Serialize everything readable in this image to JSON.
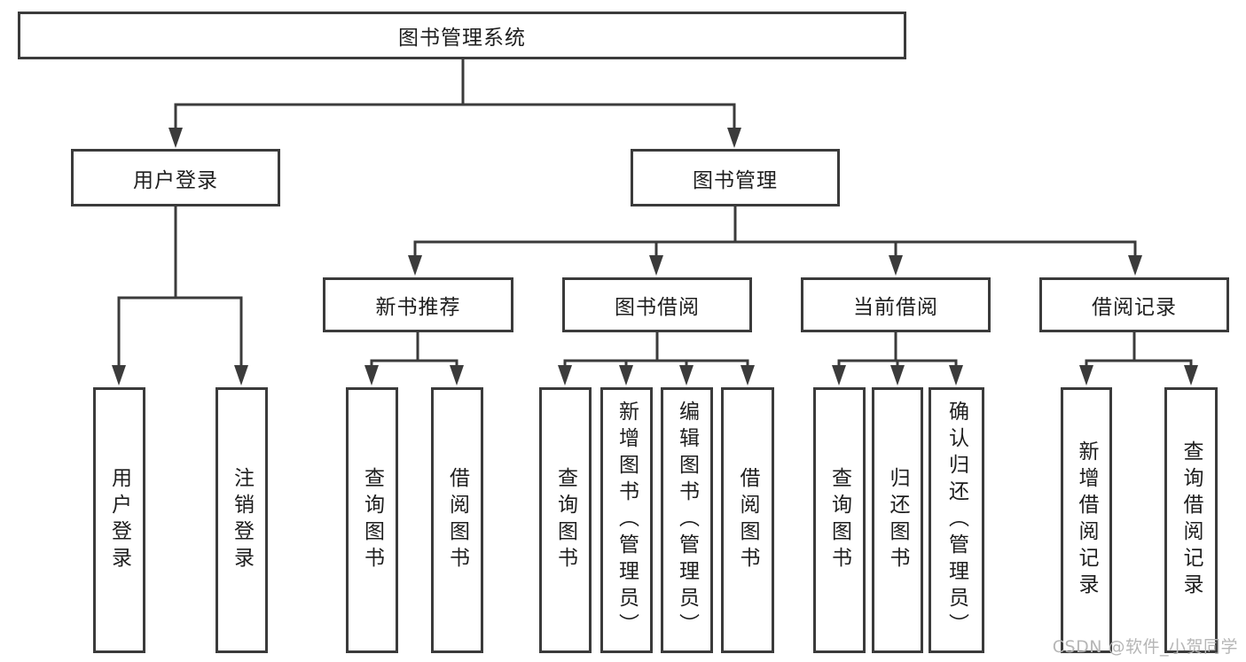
{
  "diagram": {
    "title": "图书管理系统",
    "root": {
      "label": "图书管理系统"
    },
    "branches": [
      {
        "id": "user-login",
        "label": "用户登录",
        "children": [
          {
            "label": "用户登录"
          },
          {
            "label": "注销登录"
          }
        ]
      },
      {
        "id": "book-management",
        "label": "图书管理",
        "groups": [
          {
            "label": "新书推荐",
            "children": [
              {
                "label": "查询图书"
              },
              {
                "label": "借阅图书"
              }
            ]
          },
          {
            "label": "图书借阅",
            "children": [
              {
                "label": "查询图书"
              },
              {
                "label": "新增图书（管理员）"
              },
              {
                "label": "编辑图书（管理员）"
              },
              {
                "label": "借阅图书"
              }
            ]
          },
          {
            "label": "当前借阅",
            "children": [
              {
                "label": "查询图书"
              },
              {
                "label": "归还图书"
              },
              {
                "label": "确认归还（管理员）"
              }
            ]
          },
          {
            "label": "借阅记录",
            "children": [
              {
                "label": "新增借阅记录"
              },
              {
                "label": "查询借阅记录"
              }
            ]
          }
        ]
      }
    ]
  },
  "watermark": {
    "text": "CSDN @软件_小贺同学"
  },
  "colors": {
    "line": "#3b3b3b",
    "text": "#1e1e1e",
    "background": "#ffffff",
    "watermark": "#b6b6b6"
  }
}
